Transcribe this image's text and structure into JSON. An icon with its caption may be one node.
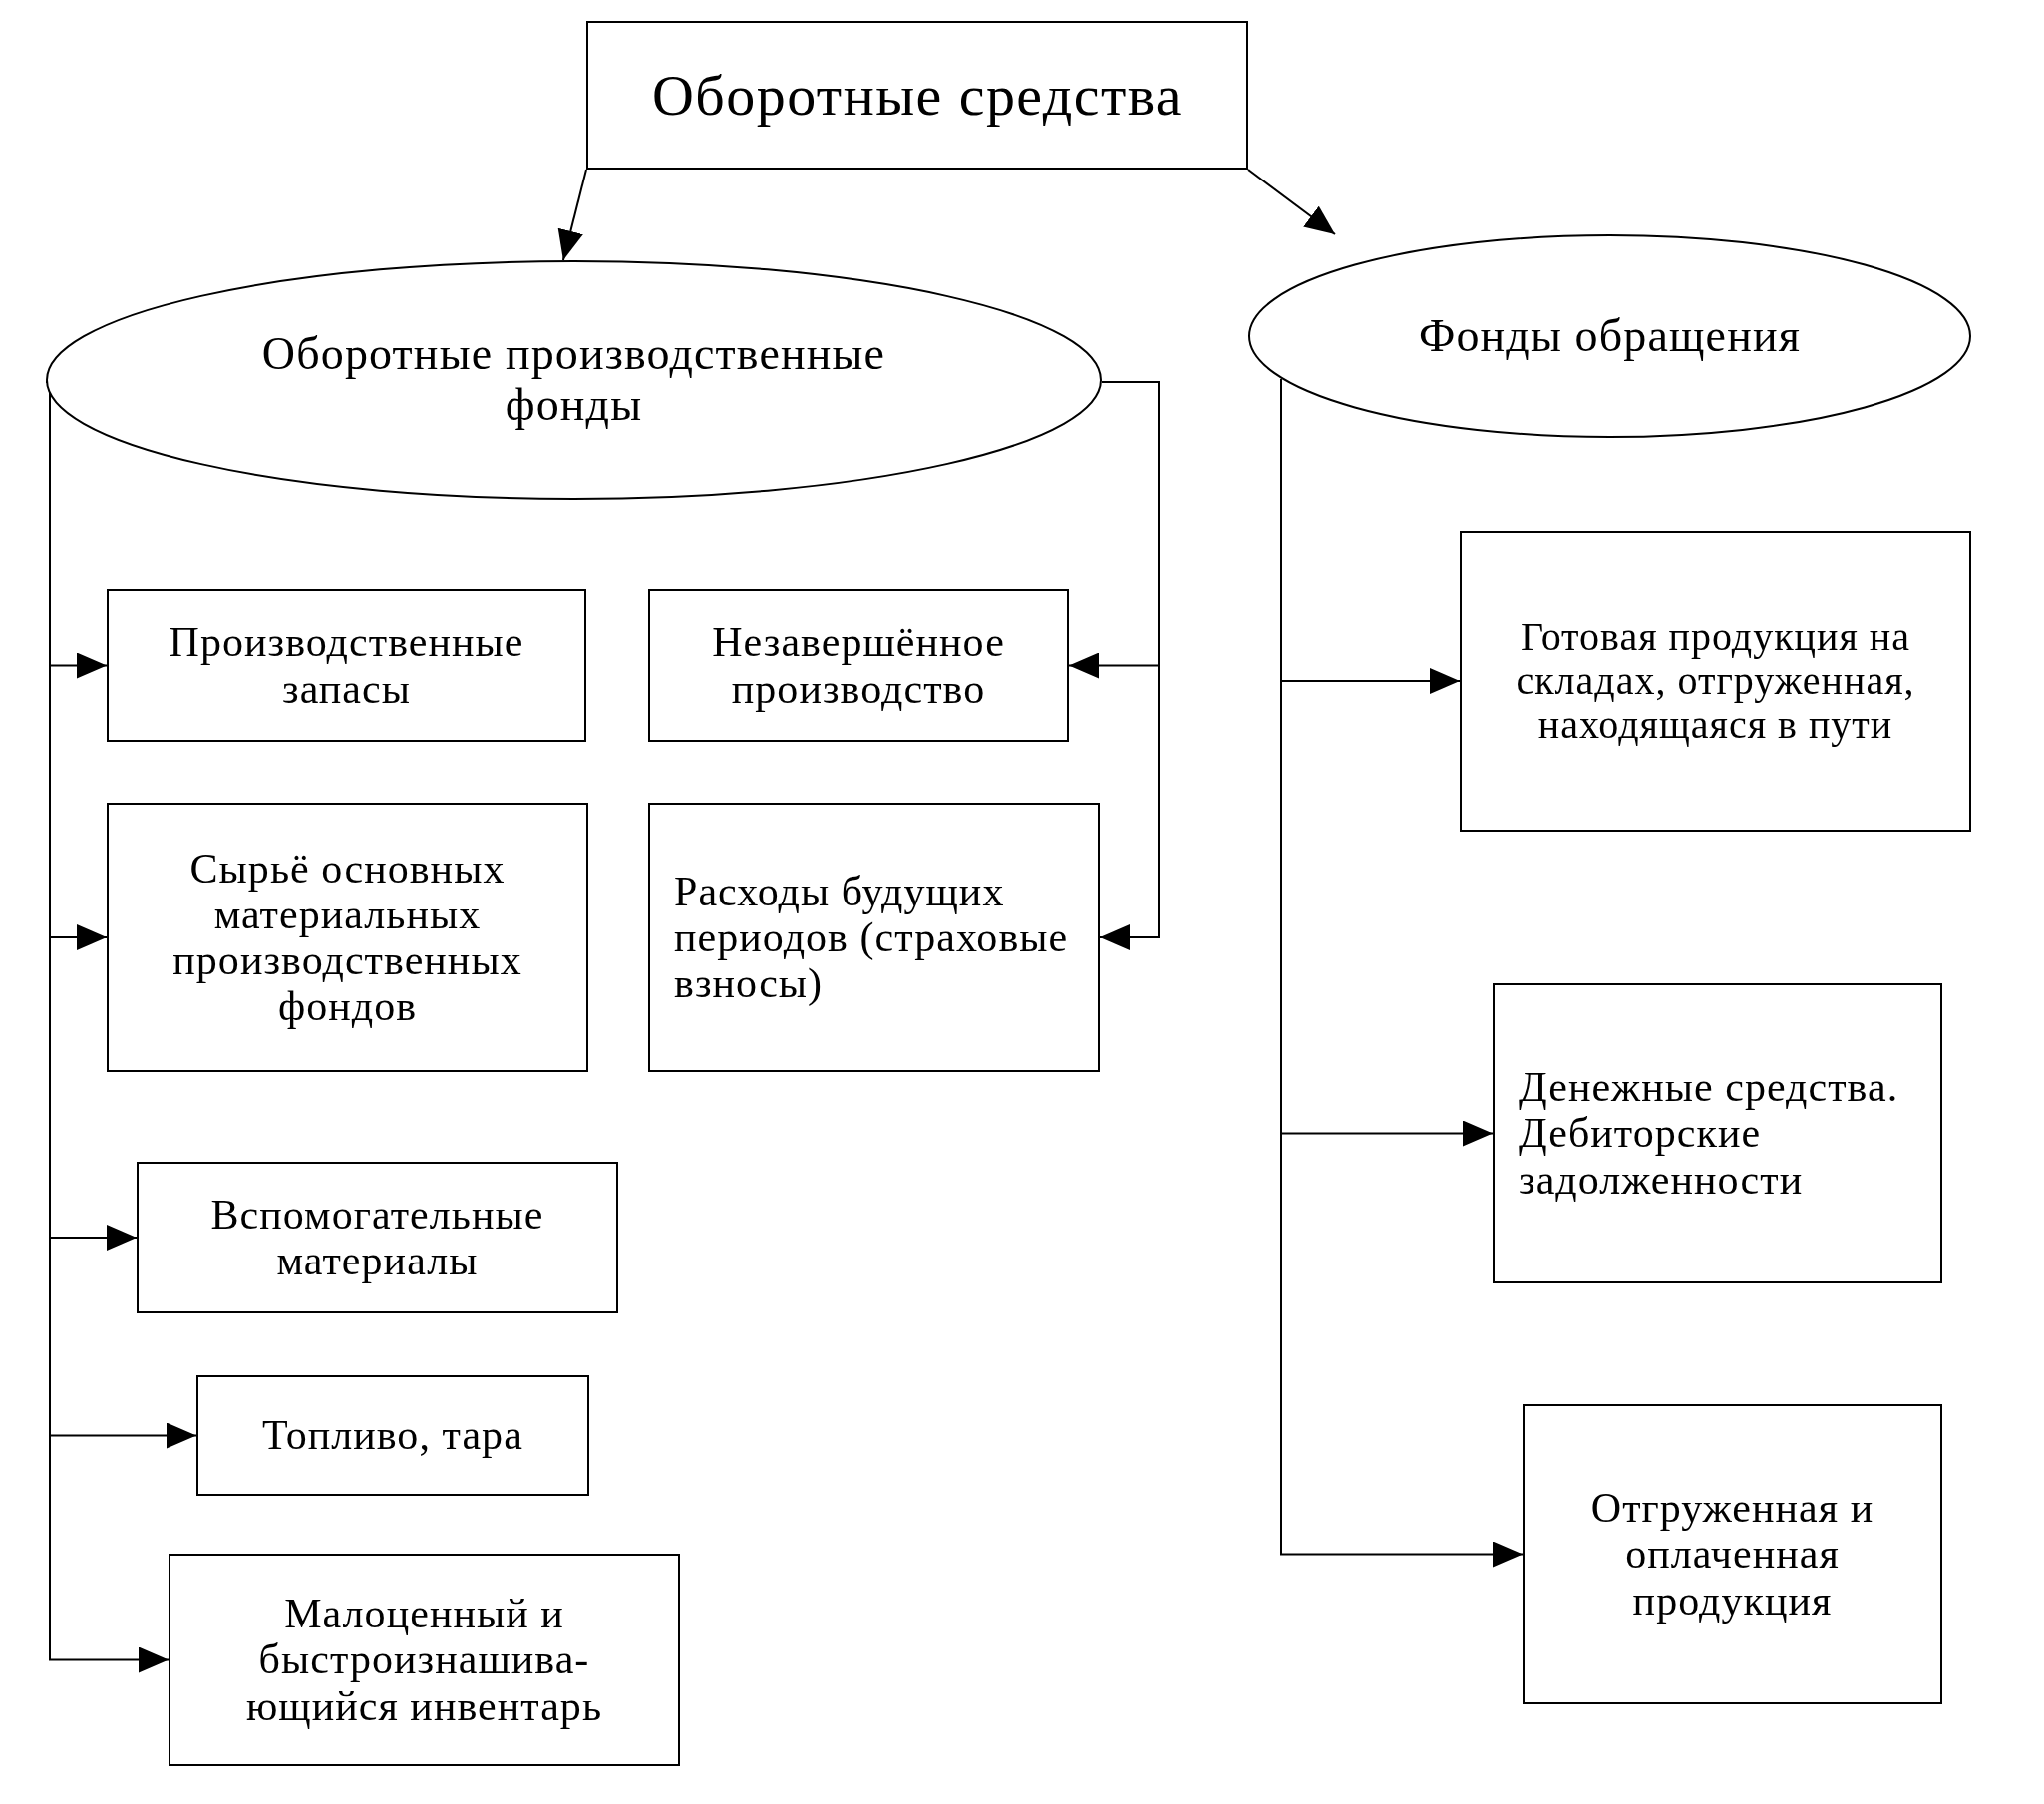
{
  "diagram": {
    "nodes": [
      {
        "text": [
          "Оборотные средства"
        ]
      },
      {
        "text": [
          "Оборотные производственные фонды"
        ]
      },
      {
        "text": [
          "Фонды обращения"
        ]
      },
      {
        "text": [
          "Производственные запасы"
        ]
      },
      {
        "text": [
          "Незавершённое производство"
        ]
      },
      {
        "text": [
          "Сырьё основных материальных производственных фондов"
        ]
      },
      {
        "text": [
          "Расходы будущих периодов (страховые взносы)"
        ]
      },
      {
        "text": [
          "Вспомогательные материалы"
        ]
      },
      {
        "text": [
          "Топливо, тара"
        ]
      },
      {
        "text": [
          "Малоценный и быстроизнашива- ющийся инвентарь"
        ]
      },
      {
        "text": [
          "Готовая продукция на складах, отгруженная, находящаяся в пути"
        ]
      },
      {
        "text": [
          "Денежные средства. Дебиторские задолженности"
        ]
      },
      {
        "text": [
          "Отгруженная и оплаченная продукция"
        ]
      }
    ],
    "edges": [
      {
        "from": 0,
        "to": 1,
        "arrow": "to"
      },
      {
        "from": 0,
        "to": 2,
        "arrow": "to"
      },
      {
        "from": 1,
        "to": 3,
        "arrow": "to"
      },
      {
        "from": 1,
        "to": 5,
        "arrow": "to"
      },
      {
        "from": 1,
        "to": 7,
        "arrow": "to"
      },
      {
        "from": 1,
        "to": 8,
        "arrow": "to"
      },
      {
        "from": 1,
        "to": 9,
        "arrow": "to"
      },
      {
        "from": 1,
        "to": 4,
        "arrow": "to"
      },
      {
        "from": 1,
        "to": 6,
        "arrow": "to"
      },
      {
        "from": 2,
        "to": 10,
        "arrow": "to"
      },
      {
        "from": 2,
        "to": 11,
        "arrow": "to"
      },
      {
        "from": 2,
        "to": 12,
        "arrow": "to"
      }
    ]
  }
}
